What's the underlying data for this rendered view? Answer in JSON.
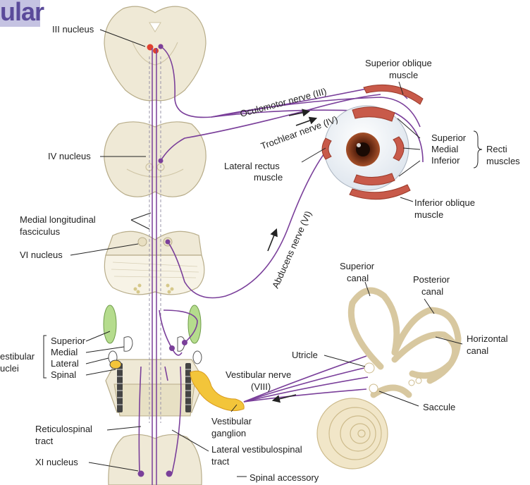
{
  "title_fragment": "ular",
  "labels": {
    "iii_nucleus": "III nucleus",
    "iv_nucleus": "IV nucleus",
    "mlf_1": "Medial longitudinal",
    "mlf_2": "fasciculus",
    "vi_nucleus": "VI nucleus",
    "vest_nuclei_1": "estibular",
    "vest_nuclei_2": "uclei",
    "superior": "Superior",
    "medial": "Medial",
    "lateral": "Lateral",
    "spinal": "Spinal",
    "reticulospinal_1": "Reticulospinal",
    "reticulospinal_2": "tract",
    "xi_nucleus": "XI nucleus",
    "spinal_accessory": "Spinal accessory",
    "sup_oblique_1": "Superior oblique",
    "sup_oblique_2": "muscle",
    "oculomotor_nerve": "Oculomotor nerve (III)",
    "trochlear_nerve": "Trochlear nerve (IV)",
    "abducens_nerve": "Abducens nerve (VI)",
    "lat_rectus_1": "Lateral rectus",
    "lat_rectus_2": "muscle",
    "recti_superior": "Superior",
    "recti_medial": "Medial",
    "recti_inferior": "Inferior",
    "recti_1": "Recti",
    "recti_2": "muscles",
    "inf_oblique_1": "Inferior oblique",
    "inf_oblique_2": "muscle",
    "sup_canal_1": "Superior",
    "sup_canal_2": "canal",
    "post_canal_1": "Posterior",
    "post_canal_2": "canal",
    "horiz_canal_1": "Horizontal",
    "horiz_canal_2": "canal",
    "utricle": "Utricle",
    "vest_nerve_1": "Vestibular nerve",
    "vest_nerve_2": "(VIII)",
    "saccule": "Saccule",
    "vest_ganglion_1": "Vestibular",
    "vest_ganglion_2": "ganglion",
    "lat_vestibulospinal_1": "Lateral vestibulospinal",
    "lat_vestibulospinal_2": "tract"
  },
  "colors": {
    "nerve": "#7a3f9a",
    "tissue": "#efe9d6",
    "tissue_stroke": "#b8ad8a",
    "nucleus_red": "#e0412f",
    "green": "#b5dc8d",
    "ganglion": "#f3c53a",
    "muscle": "#c85a4a",
    "iris": "#8a3a1c"
  }
}
